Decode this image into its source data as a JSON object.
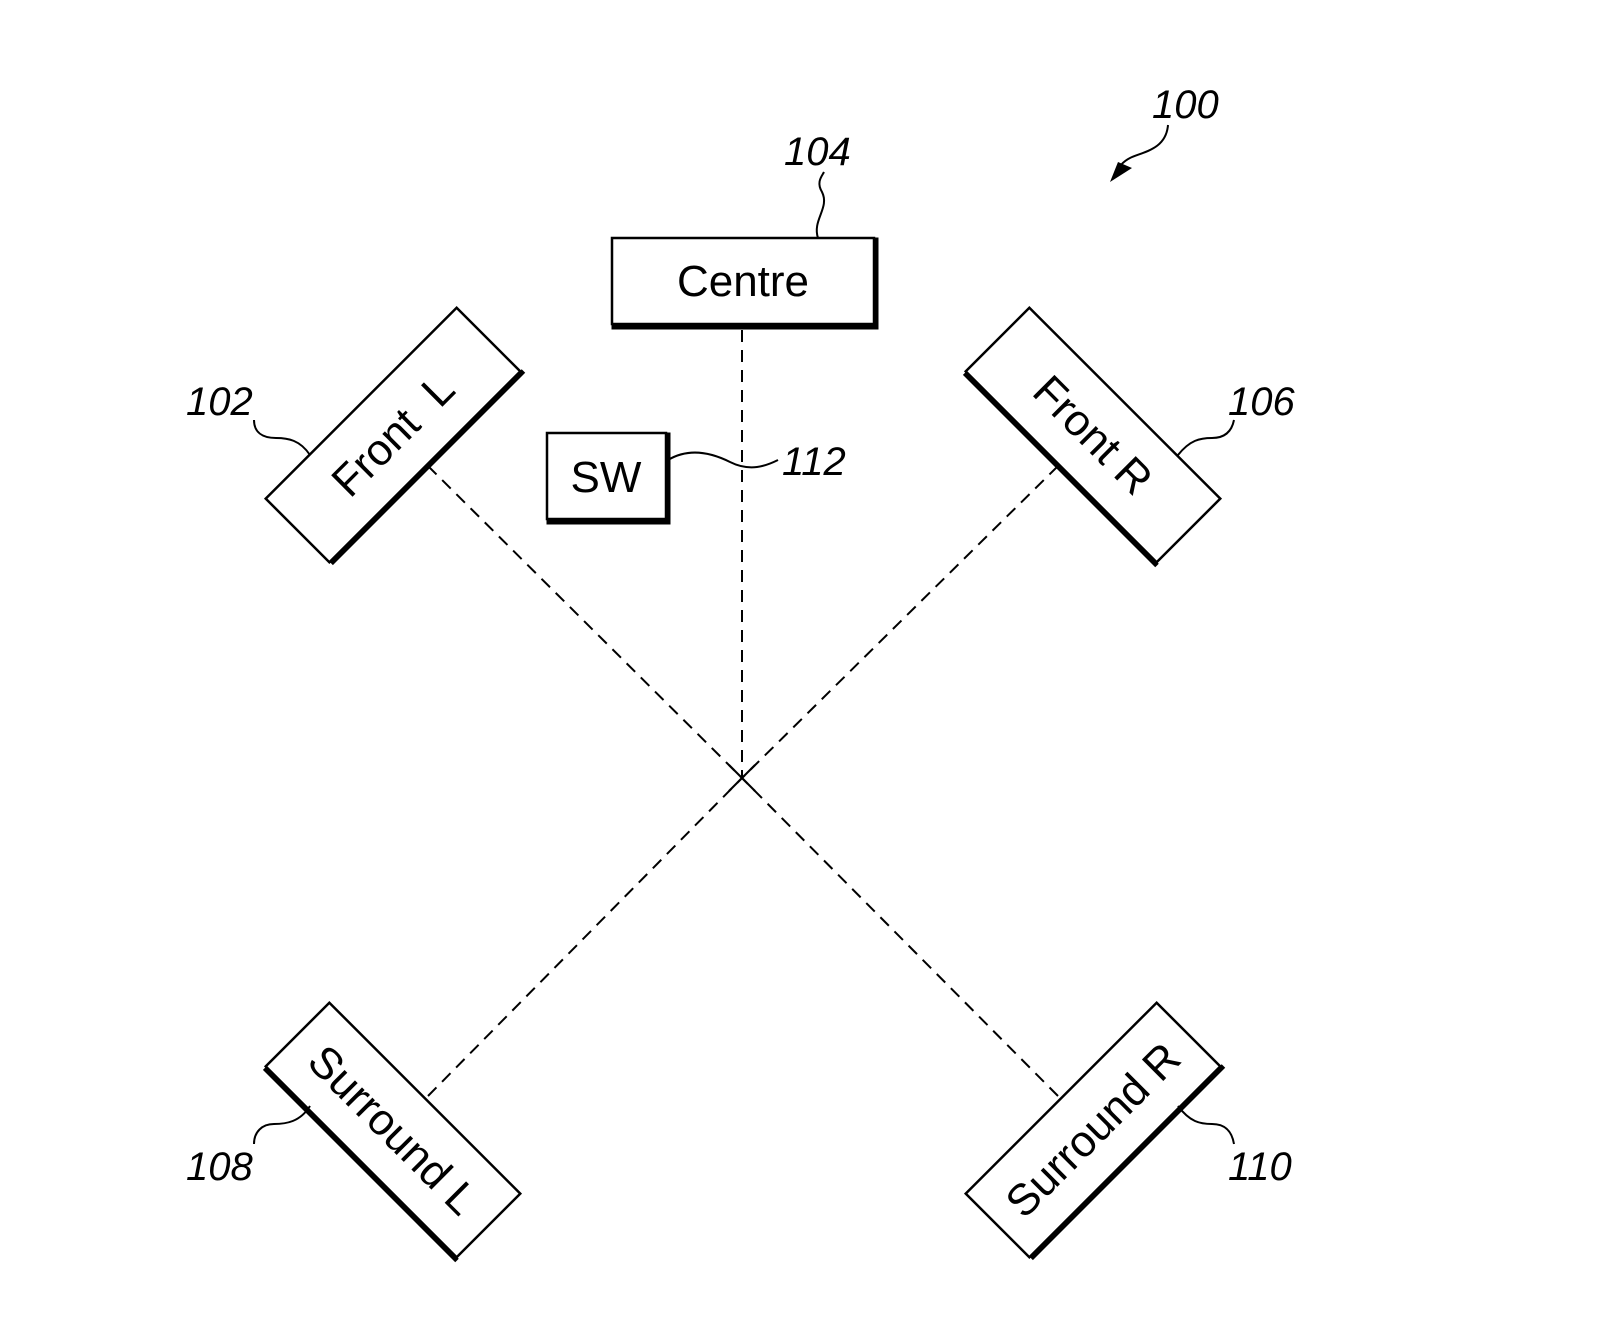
{
  "figure": {
    "reference": "100",
    "speakers": {
      "centre": {
        "label": "Centre",
        "ref": "104"
      },
      "front_left": {
        "label": "Front  L",
        "ref": "102"
      },
      "front_right": {
        "label": "Front R",
        "ref": "106"
      },
      "surround_left": {
        "label": "Surround L",
        "ref": "108"
      },
      "surround_right": {
        "label": "Surround R",
        "ref": "110"
      },
      "subwoofer": {
        "label": "SW",
        "ref": "112"
      }
    }
  }
}
